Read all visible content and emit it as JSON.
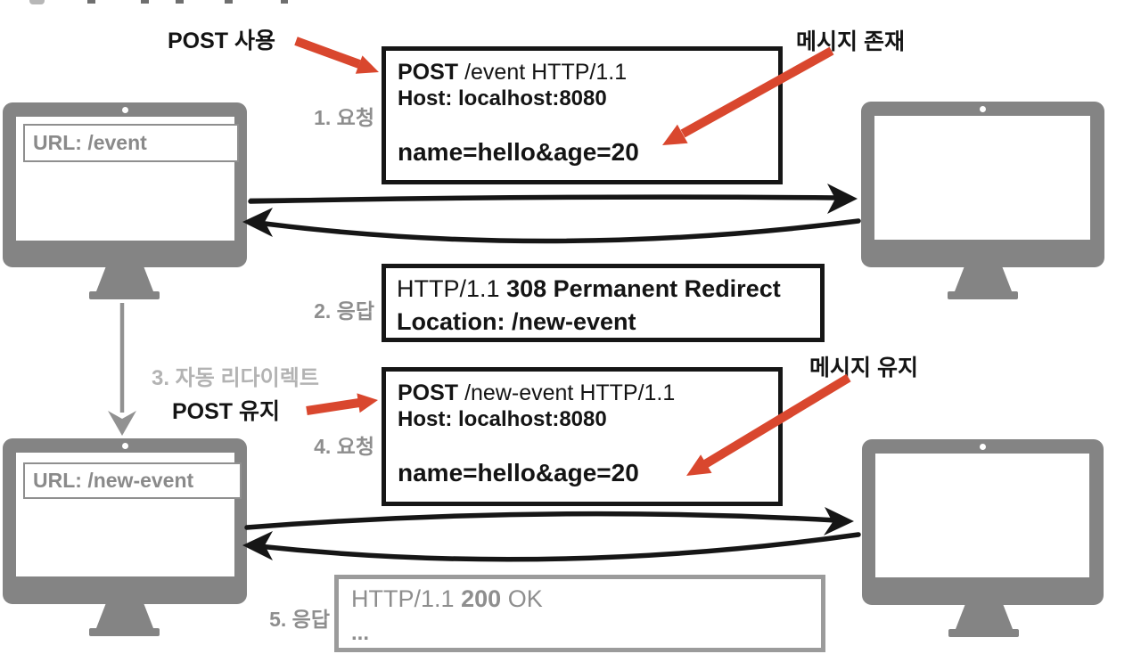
{
  "labels": {
    "post_usage": "POST 사용",
    "message_exists": "메시지 존재",
    "post_keep": "POST 유지",
    "message_keep": "메시지 유지",
    "step1": "1. 요청",
    "step2": "2. 응답",
    "step3": "3. 자동 리다이렉트",
    "step4": "4. 요청",
    "step5": "5. 응답"
  },
  "clients": {
    "top_url": "URL: /event",
    "bottom_url": "URL: /new-event"
  },
  "messages": {
    "request1": {
      "method": "POST",
      "target": "/event HTTP/1.1",
      "host": "Host: localhost:8080",
      "body": "name=hello&age=20"
    },
    "response2": {
      "version": "HTTP/1.1",
      "status": "308 Permanent Redirect",
      "location": "Location: /new-event"
    },
    "request4": {
      "method": "POST",
      "target": "/new-event HTTP/1.1",
      "host": "Host: localhost:8080",
      "body": "name=hello&age=20"
    },
    "response5": {
      "version": "HTTP/1.1",
      "status": "200",
      "reason": "OK",
      "body": "..."
    }
  },
  "colors": {
    "monitor_gray": "#848484",
    "muted_gray": "#8e8e8e",
    "faded_gray": "#b3b3b3",
    "red": "#d9472e",
    "ink": "#161616"
  }
}
